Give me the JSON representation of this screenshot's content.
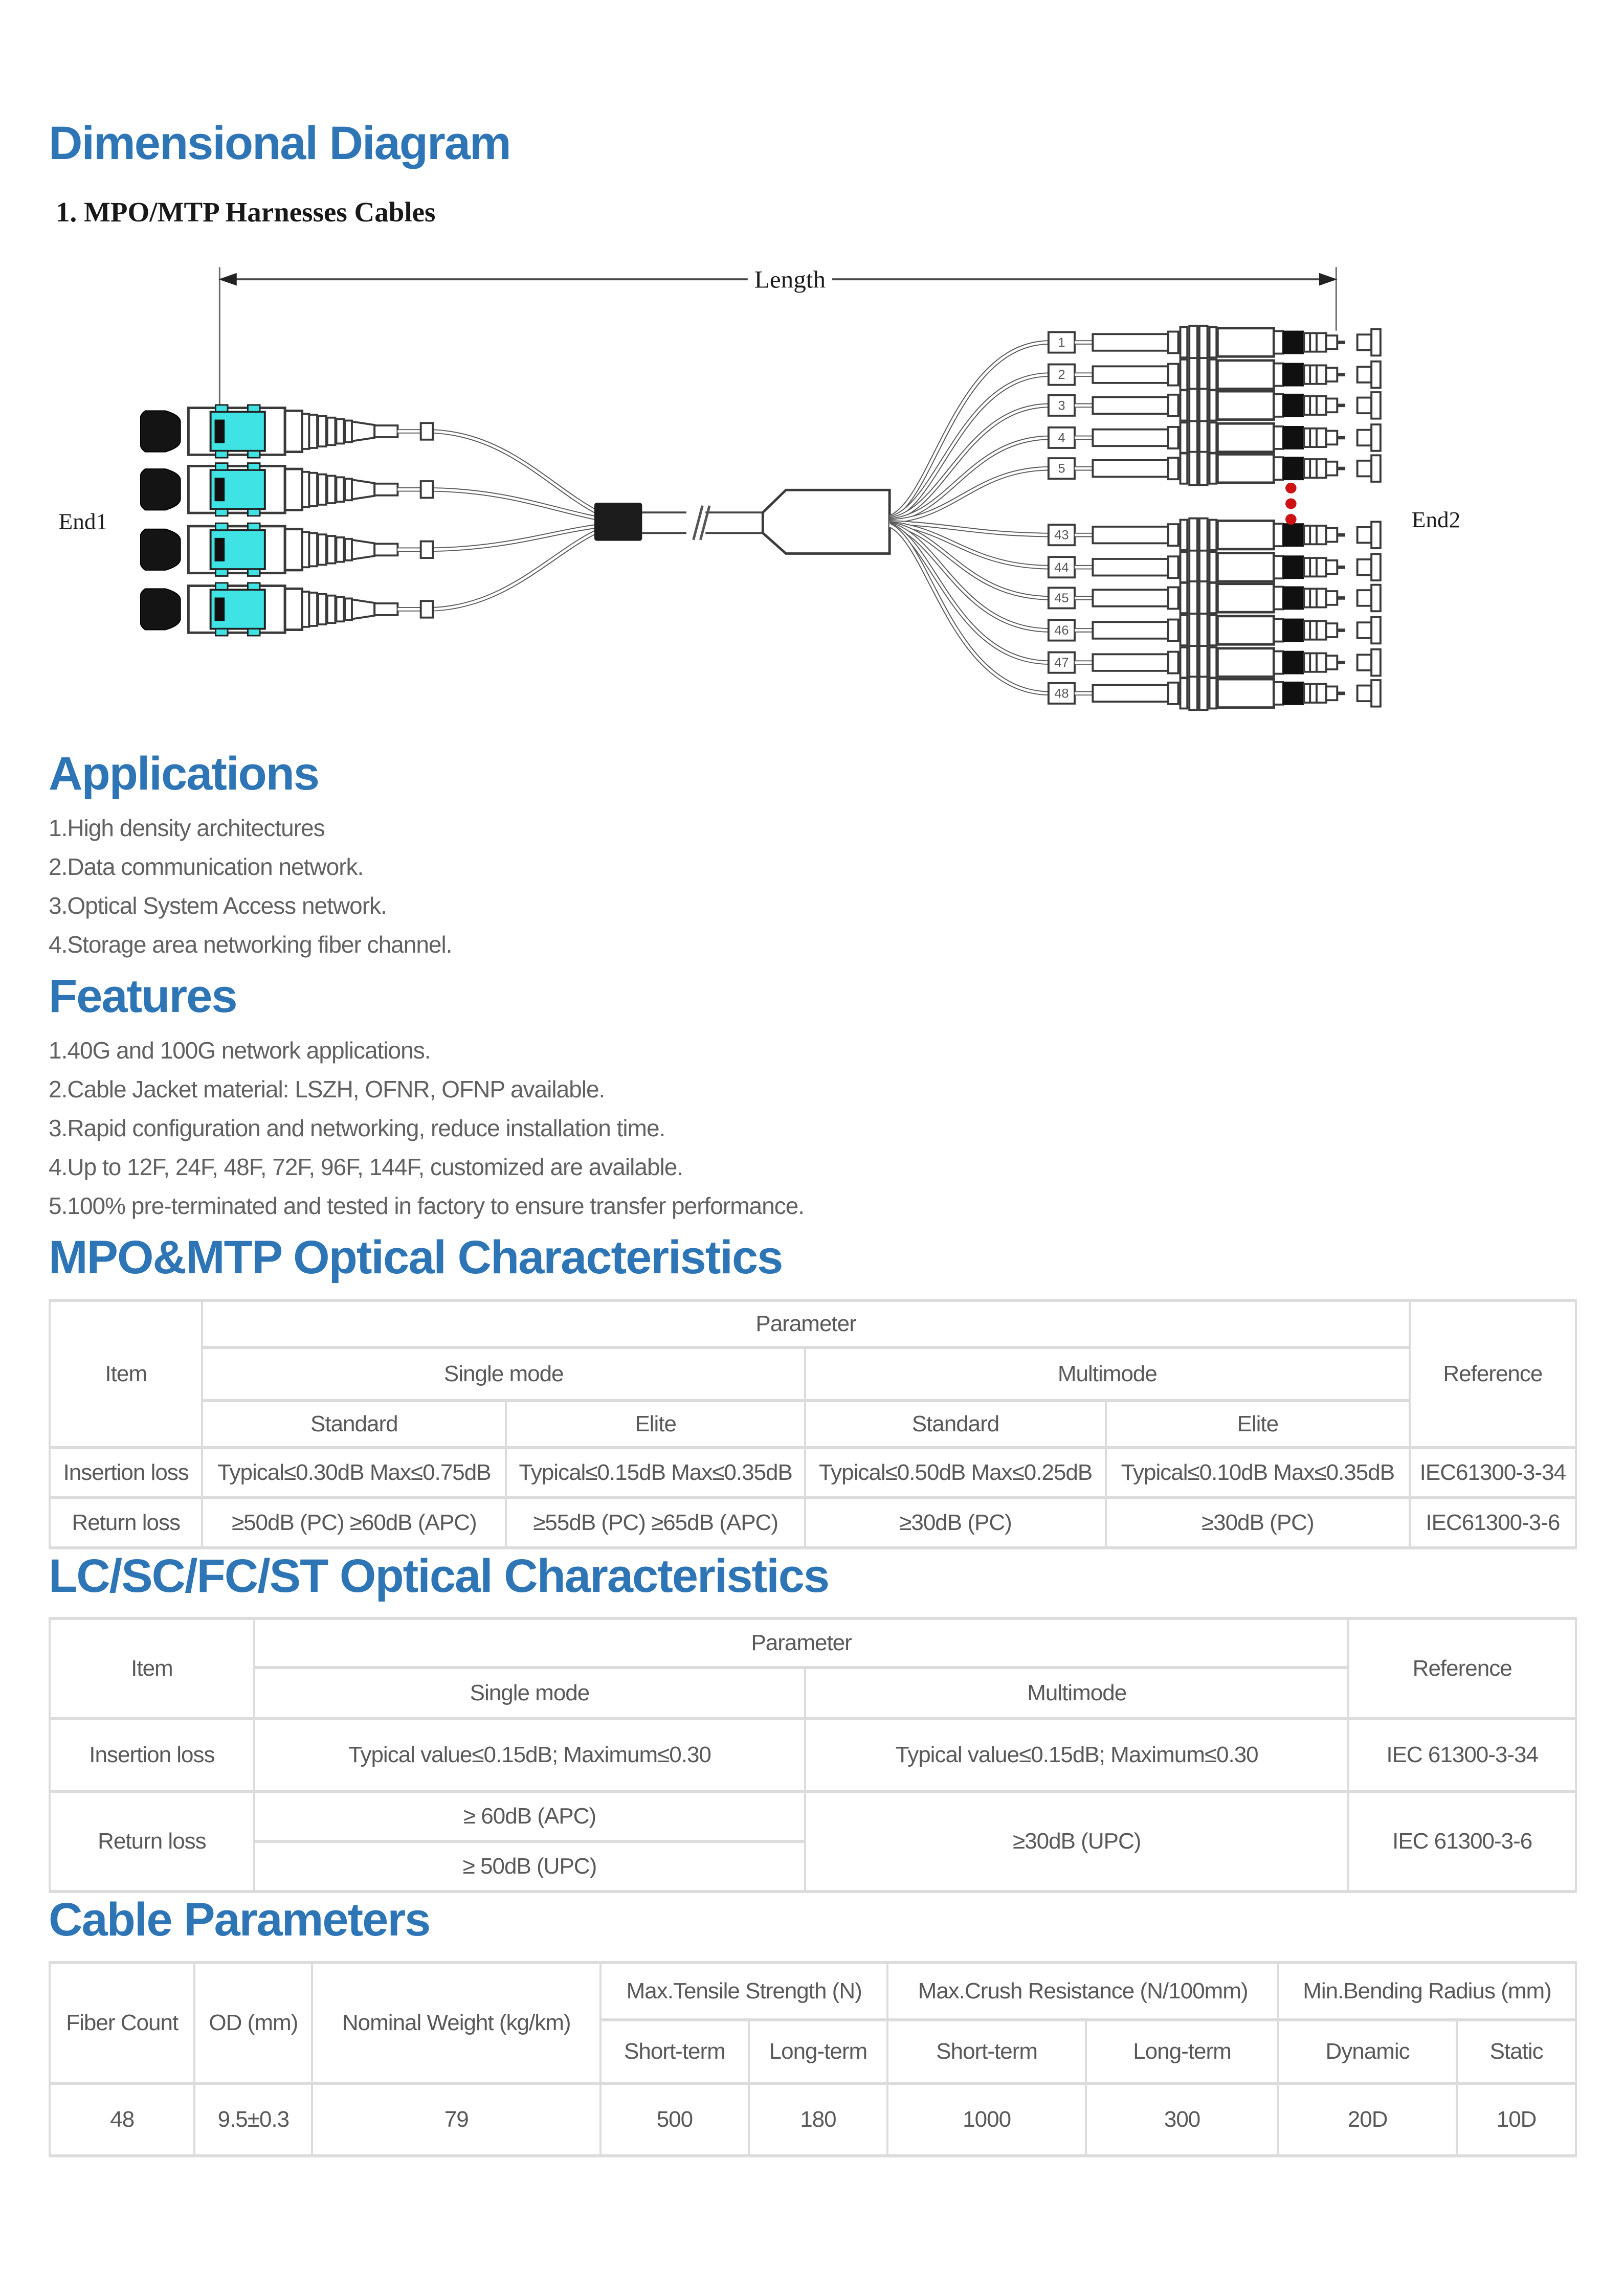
{
  "colors": {
    "heading_blue": "#2e75b6",
    "body_text_gray": "#616161",
    "table_text_gray": "#595959",
    "table_border_gray": "#dcdcdc",
    "connector_aqua": "#3fe3e3",
    "continuation_dots_red": "#cc1212"
  },
  "sections": {
    "dimensional_diagram": {
      "title": "Dimensional Diagram",
      "subtitle": "1. MPO/MTP Harnesses Cables"
    },
    "diagram": {
      "length_label": "Length",
      "end1_label": "End1",
      "end2_label": "End2",
      "top_breakout_labels": [
        "1",
        "2",
        "3",
        "4",
        "5"
      ],
      "bottom_breakout_labels": [
        "43",
        "44",
        "45",
        "46",
        "47",
        "48"
      ]
    },
    "applications": {
      "title": "Applications",
      "items": [
        "1.High density architectures",
        "2.Data communication network.",
        "3.Optical System Access network.",
        "4.Storage area networking fiber channel."
      ]
    },
    "features": {
      "title": "Features",
      "items": [
        "1.40G and 100G network applications.",
        "2.Cable Jacket material: LSZH, OFNR, OFNP available.",
        "3.Rapid configuration and networking, reduce installation time.",
        "4.Up to 12F, 24F, 48F, 72F, 96F, 144F, customized are available.",
        "5.100% pre-terminated and tested in factory to ensure transfer performance."
      ]
    },
    "mpo_optical": {
      "title": "MPO&MTP Optical Characteristics",
      "headers": {
        "item": "Item",
        "parameter": "Parameter",
        "reference": "Reference",
        "single_mode": "Single mode",
        "multimode": "Multimode",
        "standard": "Standard",
        "elite": "Elite"
      },
      "insertion_loss": {
        "item": "Insertion loss",
        "sm_standard": "Typical≤0.30dB Max≤0.75dB",
        "sm_elite": "Typical≤0.15dB Max≤0.35dB",
        "mm_standard": "Typical≤0.50dB Max≤0.25dB",
        "mm_elite": "Typical≤0.10dB Max≤0.35dB",
        "reference": "IEC61300-3-34"
      },
      "return_loss": {
        "item": "Return loss",
        "sm_standard": "≥50dB (PC) ≥60dB (APC)",
        "sm_elite": "≥55dB (PC) ≥65dB (APC)",
        "mm_standard": "≥30dB (PC)",
        "mm_elite": "≥30dB (PC)",
        "reference": "IEC61300-3-6"
      }
    },
    "lc_optical": {
      "title": "LC/SC/FC/ST Optical Characteristics",
      "headers": {
        "item": "Item",
        "parameter": "Parameter",
        "reference": "Reference",
        "single_mode": "Single mode",
        "multimode": "Multimode"
      },
      "insertion_loss": {
        "item": "Insertion loss",
        "single_mode": "Typical value≤0.15dB; Maximum≤0.30",
        "multimode": "Typical value≤0.15dB; Maximum≤0.30",
        "reference": "IEC 61300-3-34"
      },
      "return_loss": {
        "item": "Return loss",
        "single_mode_apc": "≥ 60dB (APC)",
        "single_mode_upc": "≥ 50dB (UPC)",
        "multimode": "≥30dB (UPC)",
        "reference": "IEC 61300-3-6"
      }
    },
    "cable_parameters": {
      "title": "Cable Parameters",
      "headers": {
        "fiber_count": "Fiber Count",
        "od": "OD (mm)",
        "nominal_weight": "Nominal Weight (kg/km)",
        "max_tensile": "Max.Tensile Strength (N)",
        "max_crush": "Max.Crush Resistance (N/100mm)",
        "min_bending": "Min.Bending Radius (mm)",
        "short_term": "Short-term",
        "long_term": "Long-term",
        "dynamic": "Dynamic",
        "static": "Static"
      },
      "row": {
        "fiber_count": "48",
        "od": "9.5±0.3",
        "nominal_weight": "79",
        "tensile_short": "500",
        "tensile_long": "180",
        "crush_short": "1000",
        "crush_long": "300",
        "bending_dynamic": "20D",
        "bending_static": "10D"
      }
    }
  }
}
